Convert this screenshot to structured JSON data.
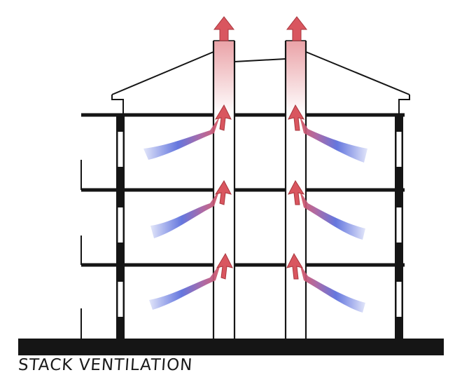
{
  "caption": "STACK VENTILATION",
  "colors": {
    "ink": "#151515",
    "warm_air": "#d9565f",
    "cool_air": "#3f57d9",
    "paper": "#ffffff"
  },
  "floors": 3,
  "stacks": 2
}
